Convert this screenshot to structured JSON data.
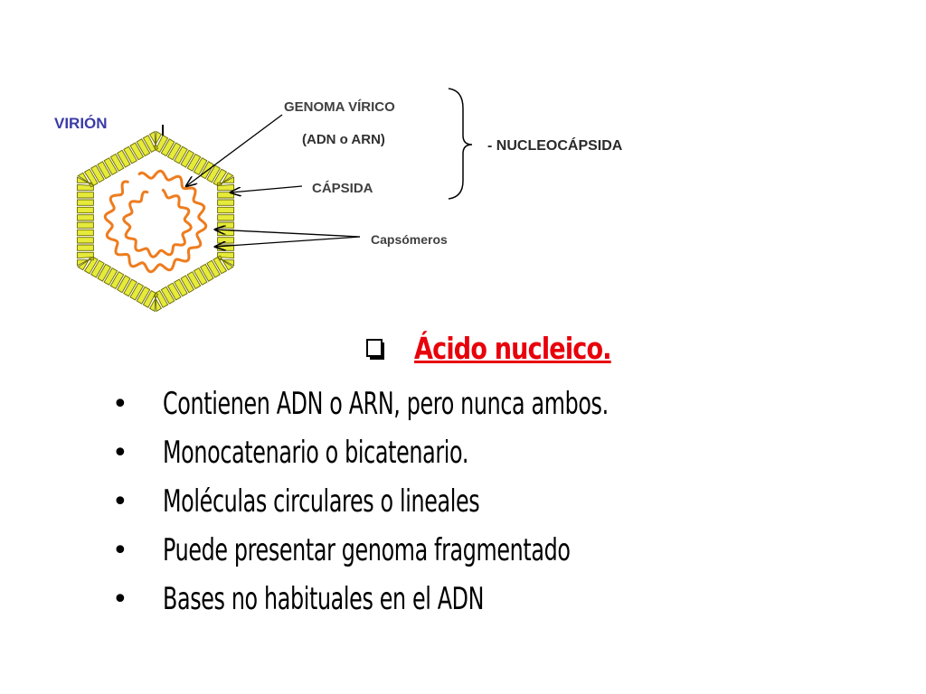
{
  "diagram": {
    "virion_label": "VIRIÓN",
    "genome_label": "GENOMA VÍRICO",
    "genome_sub_label": "(ADN o ARN)",
    "capsid_label": "CÁPSIDA",
    "capsomeres_label": "Capsómeros",
    "nucleocapsid_label": "- NUCLEOCÁPSIDA",
    "colors": {
      "capsomere_fill": "#e6ea3a",
      "capsomere_stroke": "#6b6b00",
      "genome_strand": "#ee7c1e",
      "virion_label": "#3b3ba8"
    }
  },
  "section": {
    "heading": "Ácido nucleico.",
    "heading_color": "#e8000b",
    "heading_icon": "checkbox-bullet-icon",
    "bullets": [
      "Contienen ADN o ARN, pero nunca ambos.",
      "Monocatenario o bicatenario.",
      "Moléculas circulares o lineales",
      "Puede presentar genoma fragmentado",
      "Bases no habituales en el ADN"
    ]
  }
}
